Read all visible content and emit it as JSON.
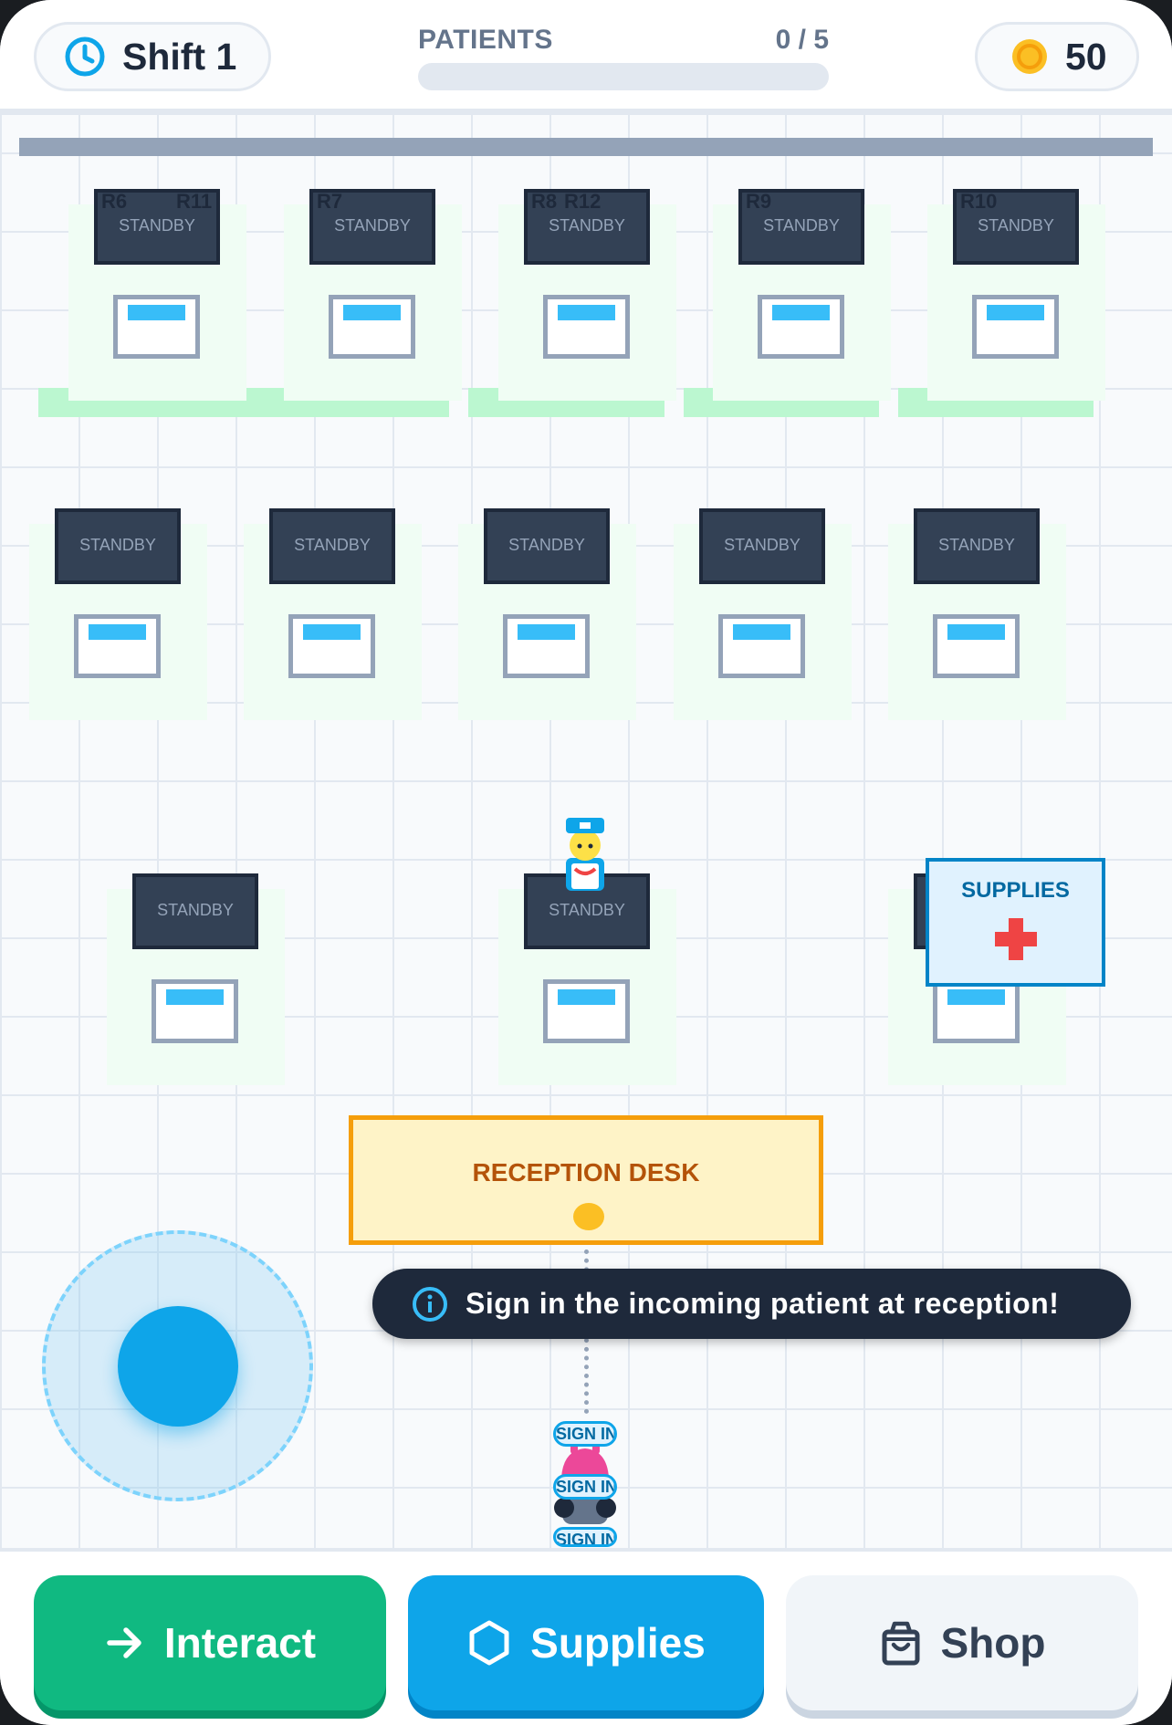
{
  "hud": {
    "shift_label": "Shift 1",
    "patients_label": "PATIENTS",
    "patients_count": "0 / 5",
    "patients_progress": 0,
    "coins": "50"
  },
  "world": {
    "rooms": [
      {
        "room_labels": [
          "R6",
          "R11"
        ],
        "status": "STANDBY"
      },
      {
        "room_labels": [
          "R7"
        ],
        "status": "STANDBY"
      },
      {
        "room_labels": [
          "R8",
          "R12"
        ],
        "status": "STANDBY"
      },
      {
        "room_labels": [
          "R9"
        ],
        "status": "STANDBY"
      },
      {
        "room_labels": [
          "R10"
        ],
        "status": "STANDBY"
      },
      {
        "room_labels": [],
        "status": "STANDBY"
      },
      {
        "room_labels": [],
        "status": "STANDBY"
      },
      {
        "room_labels": [],
        "status": "STANDBY"
      },
      {
        "room_labels": [],
        "status": "STANDBY"
      },
      {
        "room_labels": [],
        "status": "STANDBY"
      },
      {
        "room_labels": [],
        "status": "STANDBY"
      },
      {
        "room_labels": [],
        "status": "STANDBY"
      },
      {
        "room_labels": [],
        "status": "STANDBY"
      }
    ],
    "supplies_label": "SUPPLIES",
    "reception_label": "RECEPTION DESK",
    "queue_badges": [
      "SIGN IN",
      "SIGN IN",
      "SIGN IN"
    ]
  },
  "tooltip": {
    "text": "Sign in the incoming patient at reception!"
  },
  "controls": {
    "interact_label": "Interact",
    "supplies_label": "Supplies",
    "shop_label": "Shop"
  },
  "colors": {
    "accent_green": "#10b981",
    "accent_blue": "#0ea5e9",
    "reception_orange": "#f59e0b",
    "coin_gold": "#f59e0b"
  },
  "icons": {
    "shift": "clock-icon",
    "coins": "coin-icon",
    "tooltip": "info-icon",
    "interact": "arrow-right-icon",
    "supplies": "hexagon-icon",
    "shop": "shopping-bag-icon"
  }
}
